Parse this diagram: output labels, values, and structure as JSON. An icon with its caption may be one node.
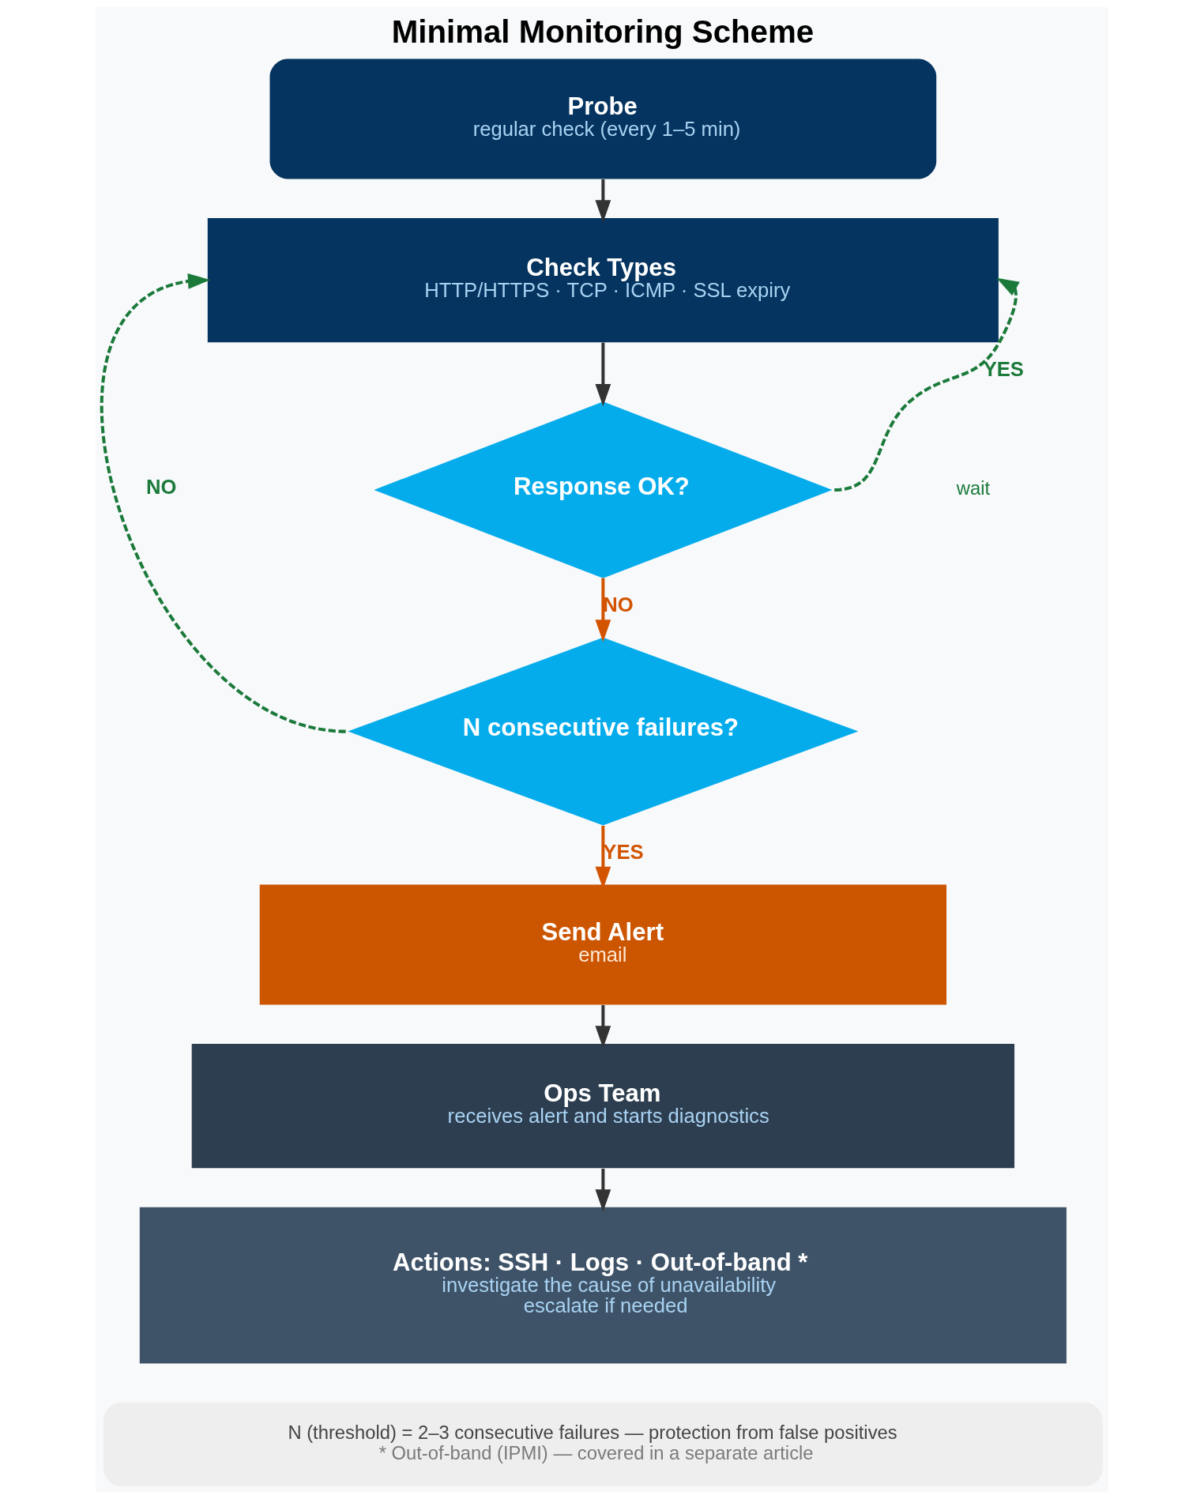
{
  "diagram": {
    "title": "Minimal Monitoring Scheme",
    "nodes": [
      {
        "text": [
          "Probe",
          "regular check (every 1–5 min)"
        ]
      },
      {
        "text": [
          "Check Types",
          "HTTP/HTTPS · TCP · ICMP · SSL expiry"
        ]
      },
      {
        "text": [
          "Response OK?"
        ]
      },
      {
        "text": [
          "N consecutive failures?"
        ]
      },
      {
        "text": [
          "Send Alert",
          "email"
        ]
      },
      {
        "text": [
          "Ops Team",
          "receives alert and starts diagnostics"
        ]
      },
      {
        "text": [
          "Actions: SSH · Logs · Out-of-band *",
          "investigate the cause of unavailability",
          "escalate if needed"
        ]
      },
      {
        "text": [
          "N (threshold) = 2–3 consecutive failures — protection from false positives",
          "* Out-of-band (IPMI) — covered in a separate article"
        ]
      }
    ],
    "edges": [
      {
        "from": 0,
        "to": 1,
        "arrow": "to"
      },
      {
        "from": 1,
        "to": 2,
        "arrow": "to"
      },
      {
        "from": 2,
        "to": 1,
        "arrow": "to",
        "label": "YES",
        "style": "dashed",
        "color": "#1b7a3a"
      },
      {
        "from": 2,
        "to": 3,
        "arrow": "to",
        "label": "NO",
        "color": "#d35400"
      },
      {
        "from": 3,
        "to": 1,
        "arrow": "to",
        "label": "NO",
        "style": "dashed",
        "color": "#1b7a3a"
      },
      {
        "from": 3,
        "to": 4,
        "arrow": "to",
        "label": "YES",
        "color": "#d35400"
      },
      {
        "from": 4,
        "to": 5,
        "arrow": "to"
      },
      {
        "from": 5,
        "to": 6,
        "arrow": "to"
      }
    ],
    "labels": [
      "wait"
    ]
  }
}
